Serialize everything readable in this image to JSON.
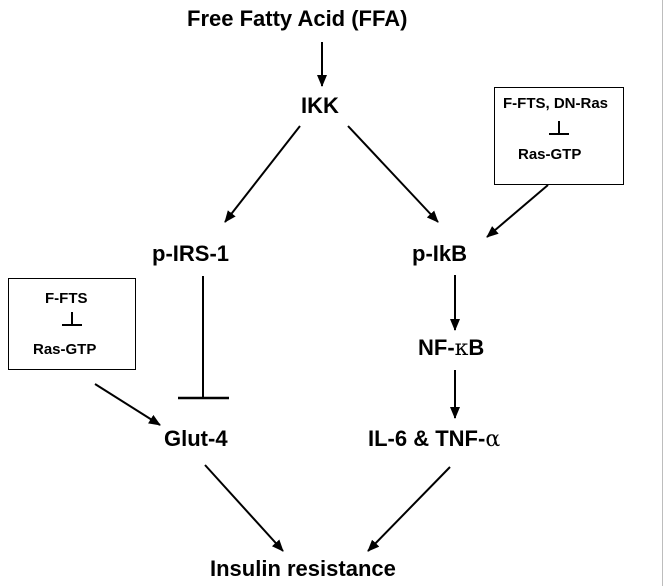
{
  "nodes": {
    "ffa": "Free Fatty Acid (FFA)",
    "ikk": "IKK",
    "pirs1": "p-IRS-1",
    "pikb": "p-IkB",
    "nfkb_prefix": "NF-",
    "nfkb_greek": "κ",
    "nfkb_suffix": "B",
    "glut4": "Glut-4",
    "il6_prefix": "IL-6 & TNF-",
    "il6_greek": "α",
    "insulin": "Insulin resistance"
  },
  "box_right": {
    "inhibitor": "F-FTS, DN-Ras",
    "target": "Ras-GTP"
  },
  "box_left": {
    "inhibitor": "F-FTS",
    "target": "Ras-GTP"
  },
  "edges": [
    {
      "from": "ffa",
      "to": "ikk",
      "type": "activation"
    },
    {
      "from": "ikk",
      "to": "pirs1",
      "type": "activation"
    },
    {
      "from": "ikk",
      "to": "pikb",
      "type": "activation"
    },
    {
      "from": "box_right",
      "to": "pikb",
      "type": "activation"
    },
    {
      "from": "pirs1",
      "to": "glut4",
      "type": "inhibition"
    },
    {
      "from": "pikb",
      "to": "nfkb",
      "type": "activation"
    },
    {
      "from": "nfkb",
      "to": "il6_tnf",
      "type": "activation"
    },
    {
      "from": "box_left",
      "to": "glut4",
      "type": "activation"
    },
    {
      "from": "glut4",
      "to": "insulin",
      "type": "activation"
    },
    {
      "from": "il6_tnf",
      "to": "insulin",
      "type": "activation"
    }
  ]
}
